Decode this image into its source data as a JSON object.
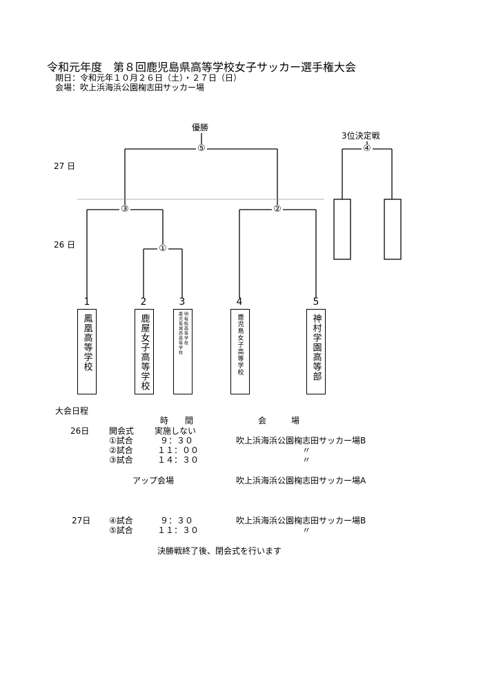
{
  "header": {
    "title": "令和元年度　第８回鹿児島県高等学校女子サッカー選手権大会",
    "dates": "期日：令和元年１０月２６日（土）・２７日（日）",
    "venue": "会場：吹上浜海浜公園椈志田サッカー場"
  },
  "bracket": {
    "champion_label": "優勝",
    "third_place_label": "3位決定戦",
    "day27_label": "27 日",
    "day26_label": "26 日",
    "nodes": {
      "m1": "①",
      "m2": "②",
      "m3": "③",
      "m4": "④",
      "m5": "⑤"
    },
    "teams": [
      {
        "num": "1",
        "name": "鳳凰高等学校"
      },
      {
        "num": "2",
        "name": "鹿屋女子高等学校"
      },
      {
        "num": "3",
        "name_line1": "鹿児島城西高等学校",
        "name_line2": "明桜館高等学校"
      },
      {
        "num": "4",
        "name": "鹿児島女子高等学校"
      },
      {
        "num": "5",
        "name": "神村学園高等部"
      }
    ]
  },
  "schedule": {
    "heading": "大会日程",
    "col_time": "時　　間",
    "col_venue": "会　　　場",
    "rows": [
      {
        "day": "26日",
        "event": "開会式",
        "time": "実施しない",
        "venue": ""
      },
      {
        "day": "",
        "event": "①試合",
        "time": "９：３０",
        "venue": "吹上浜海浜公園椈志田サッカー場B"
      },
      {
        "day": "",
        "event": "②試合",
        "time": "１１：００",
        "venue": "〃"
      },
      {
        "day": "",
        "event": "③試合",
        "time": "１４：３０",
        "venue": "〃"
      }
    ],
    "warmup_label": "アップ会場",
    "warmup_venue": "吹上浜海浜公園椈志田サッカー場A",
    "rows27": [
      {
        "day": "27日",
        "event": "④試合",
        "time": "９：３０",
        "venue": "吹上浜海浜公園椈志田サッカー場B"
      },
      {
        "day": "",
        "event": "⑤試合",
        "time": "１１：３０",
        "venue": "〃"
      }
    ],
    "footer": "決勝戦終了後、閉会式を行います"
  }
}
